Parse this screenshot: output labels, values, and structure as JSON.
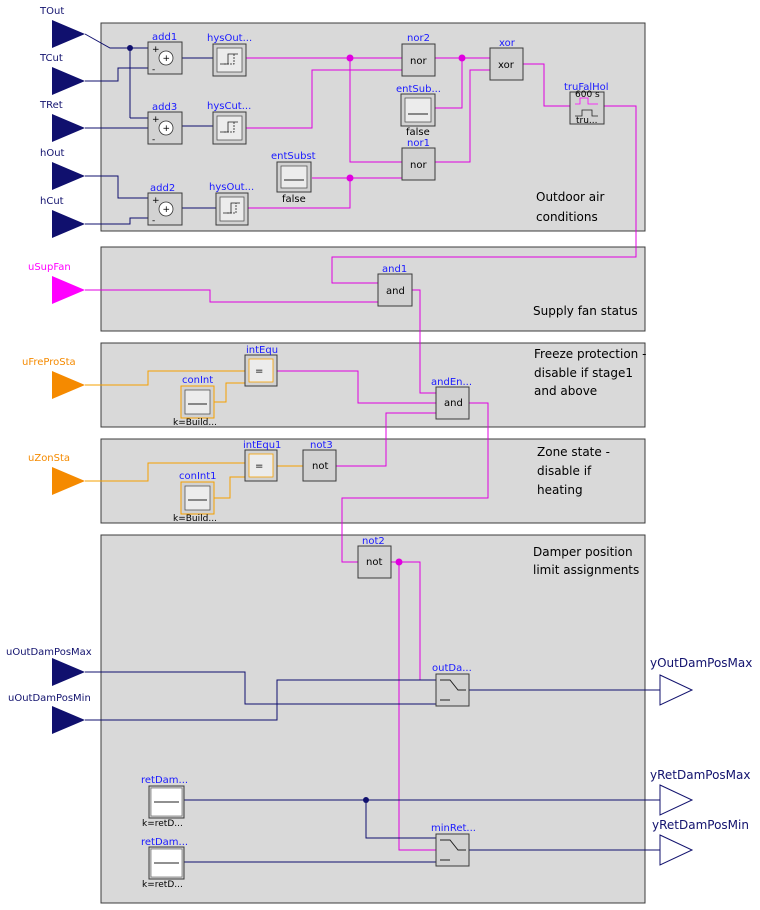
{
  "inports": {
    "tout": "TOut",
    "tcut": "TCut",
    "tret": "TRet",
    "hout": "hOut",
    "hcut": "hCut",
    "usupfan": "uSupFan",
    "ufreprosta": "uFreProSta",
    "uzonsta": "uZonSta",
    "uoutdamposmax": "uOutDamPosMax",
    "uoutdamposmin": "uOutDamPosMin"
  },
  "outports": {
    "youtdamposmax": "yOutDamPosMax",
    "yretdamposmax": "yRetDamPosMax",
    "yretdamposmin": "yRetDamPosMin"
  },
  "blocks": {
    "add1": "add1",
    "add3": "add3",
    "add2": "add2",
    "hys1": "hysOut...",
    "hys2": "hysCut...",
    "hys3": "hysOut...",
    "nor2_name": "nor2",
    "nor2_text": "nor",
    "nor1_name": "nor1",
    "nor1_text": "nor",
    "xor_name": "xor",
    "xor_text": "xor",
    "entsub_name": "entSub...",
    "entsub_value": "false",
    "entsubst_name": "entSubst",
    "entsubst_value": "false",
    "truhol_name": "truFalHol",
    "truhol_top": "600 s",
    "truhol_bot": "tru...",
    "and1_name": "and1",
    "and1_text": "and",
    "intequ_name": "intEqu",
    "intequ_text": "=",
    "conint_name": "conInt",
    "conint_k": "k=Build...",
    "anden_name": "andEn...",
    "anden_text": "and",
    "intequ1_name": "intEqu1",
    "intequ1_text": "=",
    "not3_name": "not3",
    "not3_text": "not",
    "conint1_name": "conInt1",
    "conint1_k": "k=Build...",
    "not2_name": "not2",
    "not2_text": "not",
    "outda_name": "outDa...",
    "minret_name": "minRet...",
    "retdam1_name": "retDam...",
    "retdam1_k": "k=retD...",
    "retdam2_name": "retDam...",
    "retdam2_k": "k=retD..."
  },
  "notes": {
    "outdoor_1": "Outdoor air",
    "outdoor_2": "conditions",
    "supply": "Supply fan status",
    "freeze_1": "Freeze protection -",
    "freeze_2": "disable if stage1",
    "freeze_3": "and above",
    "zone_1": "Zone state -",
    "zone_2": "disable if",
    "zone_3": "heating",
    "damper_1": "Damper position",
    "damper_2": "limit assignments"
  },
  "colors": {
    "panel": "#d9d9d9",
    "wire_real": "#10106e",
    "wire_bool": "#e000e0",
    "wire_int": "#f5a000"
  }
}
